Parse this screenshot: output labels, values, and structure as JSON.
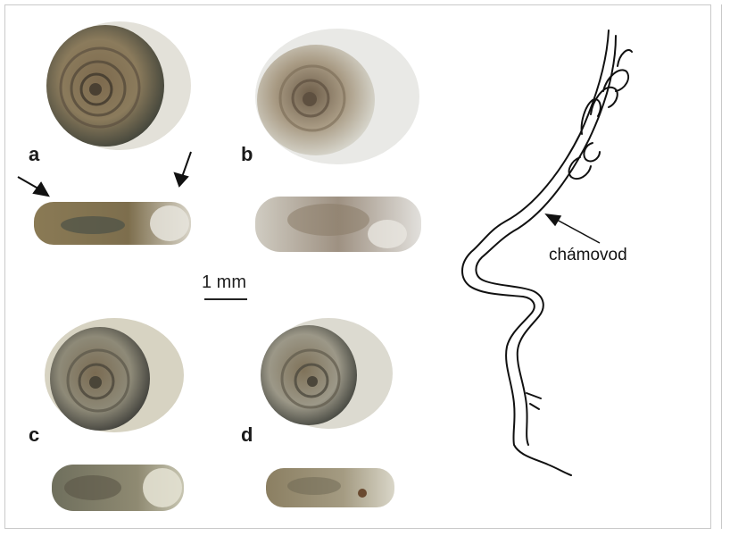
{
  "figure": {
    "panel_labels": {
      "a": "a",
      "b": "b",
      "c": "c",
      "d": "d"
    },
    "scale_bar_label": "1 mm",
    "annotation_label": "chámovod"
  }
}
